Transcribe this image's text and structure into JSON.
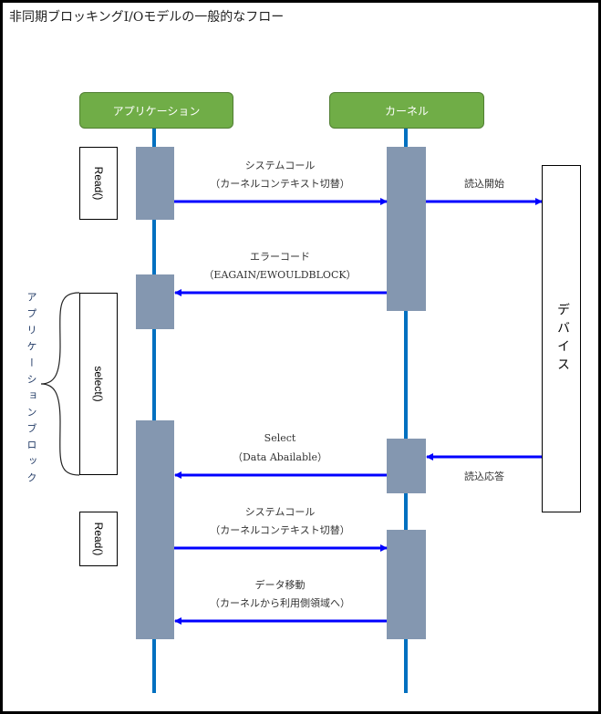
{
  "title": "非同期ブロッキングI/Oモデルの一般的なフロー",
  "actors": {
    "app": "アプリケーション",
    "kernel": "カーネル"
  },
  "boxes": {
    "read1": "Read()",
    "select": "select()",
    "read2": "Read()",
    "device": "デバイス"
  },
  "brace_label": "アプリケーションブロック",
  "messages": {
    "syscall1": {
      "line1": "システムコール",
      "line2": "（カーネルコンテキスト切替）"
    },
    "read_start": "読込開始",
    "error": {
      "line1": "エラーコード",
      "line2": "（EAGAIN/EWOULDBLOCK）"
    },
    "select": {
      "line1": "Select",
      "line2": "（Data Abailable）"
    },
    "read_response": "読込応答",
    "syscall2": {
      "line1": "システムコール",
      "line2": "（カーネルコンテキスト切替）"
    },
    "data_move": {
      "line1": "データ移動",
      "line2": "（カーネルから利用側領域へ）"
    }
  },
  "colors": {
    "actor": "#70ad47",
    "lifeline": "#0070c0",
    "activation": "#8497b0",
    "arrow": "#0000ff"
  }
}
